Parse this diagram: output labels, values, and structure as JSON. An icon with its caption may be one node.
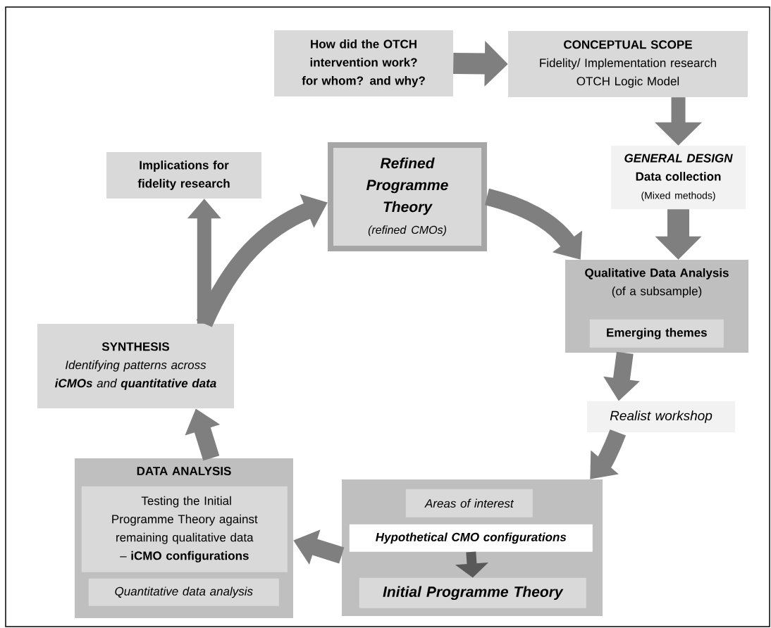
{
  "diagram": {
    "nodes": [
      {
        "text": [
          "How did the OTCH intervention work? for whom? and why?"
        ]
      },
      {
        "text": [
          "CONCEPTUAL SCOPE",
          "Fidelity/ Implementation research",
          "OTCH Logic Model"
        ]
      },
      {
        "text": [
          "GENERAL DESIGN",
          "Data collection",
          "(Mixed methods)"
        ]
      },
      {
        "text": [
          "Qualitative Data Analysis",
          "(of a subsample)"
        ]
      },
      {
        "text": [
          "Emerging themes"
        ],
        "in": 3
      },
      {
        "text": [
          "Realist workshop"
        ]
      },
      {
        "text": [],
        "shape": "box"
      },
      {
        "text": [
          "Areas of interest"
        ],
        "in": 6
      },
      {
        "text": [
          "Hypothetical CMO configurations"
        ],
        "in": 6
      },
      {
        "text": [
          "Initial Programme Theory"
        ],
        "in": 6
      },
      {
        "text": [
          "DATA ANALYSIS"
        ]
      },
      {
        "text": [
          "Testing the Initial Programme Theory against remaining qualitative data – **iCMO configurations**"
        ],
        "in": 10
      },
      {
        "text": [
          "Quantitative data analysis"
        ],
        "in": 10
      },
      {
        "text": [
          "SYNTHESIS",
          "Identifying patterns across **iCMOs** and **quantitative data**"
        ]
      },
      {
        "text": [
          "Implications for fidelity research"
        ]
      },
      {
        "text": [
          "Refined Programme Theory",
          "(refined CMOs)"
        ]
      }
    ],
    "edges": [
      {
        "from": 0,
        "to": 1,
        "arrow": "to"
      },
      {
        "from": 1,
        "to": 2,
        "arrow": "to"
      },
      {
        "from": 2,
        "to": 3,
        "arrow": "to"
      },
      {
        "from": 15,
        "to": 3,
        "arrow": "to"
      },
      {
        "from": 3,
        "to": 5,
        "arrow": "to"
      },
      {
        "from": 5,
        "to": 6,
        "arrow": "to"
      },
      {
        "from": 6,
        "to": 10,
        "arrow": "to"
      },
      {
        "from": 10,
        "to": 13,
        "arrow": "to"
      },
      {
        "from": 13,
        "to": 15,
        "arrow": "to"
      },
      {
        "from": 13,
        "to": 14,
        "arrow": "to"
      },
      {
        "from": 8,
        "to": 9,
        "arrow": "to",
        "color": "#595959"
      }
    ]
  }
}
